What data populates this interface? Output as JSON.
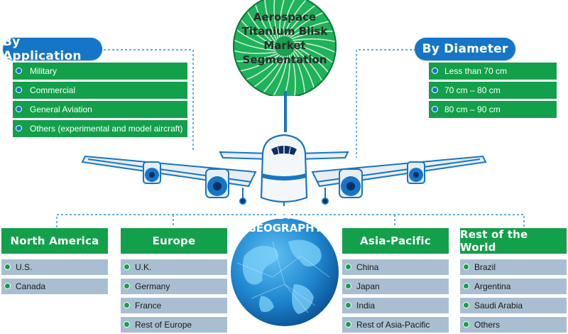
{
  "title_lines": [
    "Aerospace",
    "Titanium Blisk",
    "Market",
    "Segmentation"
  ],
  "application": {
    "heading": "By Application",
    "items": [
      "Military",
      "Commercial",
      "General Aviation",
      "Others (experimental and model aircraft)"
    ]
  },
  "diameter": {
    "heading": "By Diameter",
    "items": [
      "Less than 70 cm",
      "70 cm – 80 cm",
      "80 cm – 90 cm"
    ]
  },
  "geography": {
    "heading": "BY GEOGRAPHY",
    "regions": [
      {
        "name": "North America",
        "items": [
          "U.S.",
          "Canada"
        ]
      },
      {
        "name": "Europe",
        "items": [
          "U.K.",
          "Germany",
          "France",
          "Rest of Europe"
        ]
      },
      {
        "name": "Asia-Pacific",
        "items": [
          "China",
          "Japan",
          "India",
          "Rest of Asia-Pacific"
        ]
      },
      {
        "name": "Rest of the World",
        "items": [
          "Brazil",
          "Argentina",
          "Saudi Arabia",
          "Others"
        ]
      }
    ]
  },
  "colors": {
    "pill_blue": "#1576c8",
    "row_green": "#13a04a",
    "row_grey_blue": "#a9bfd1",
    "connector_blue": "#2f8fd8",
    "fan_green": "#1fb25a"
  },
  "icons": [
    "turbine-blisk-icon",
    "airplane-icon",
    "globe-icon"
  ]
}
